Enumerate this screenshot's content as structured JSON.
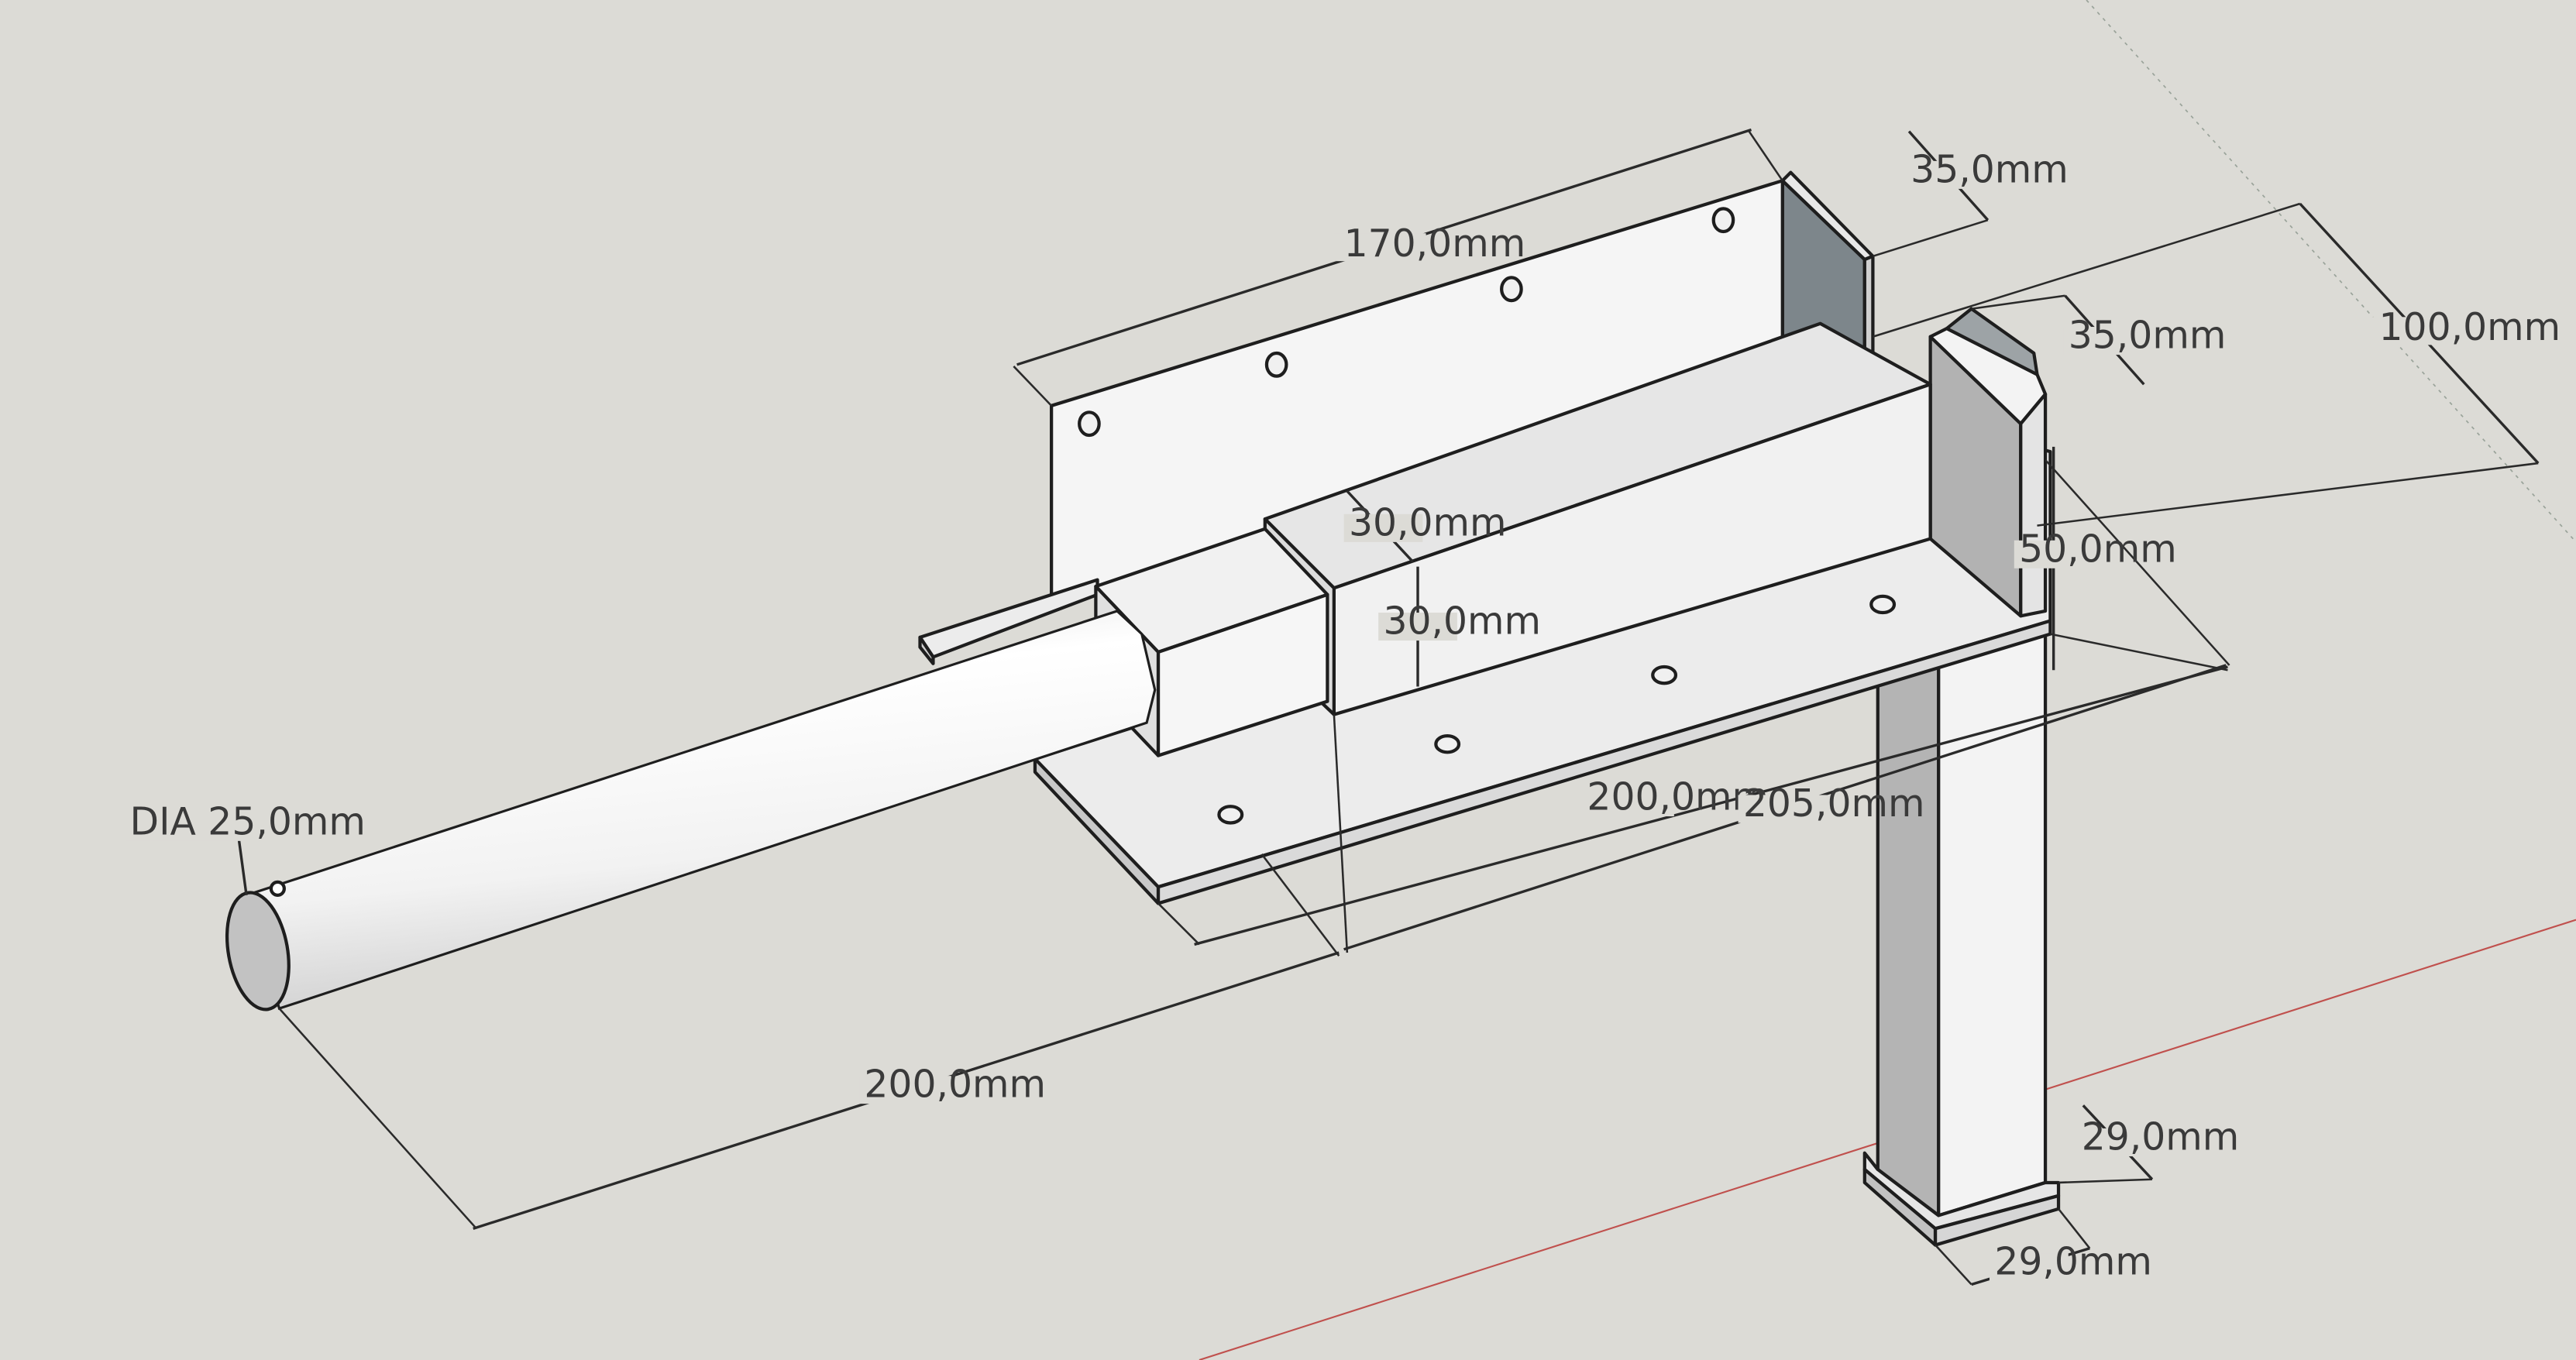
{
  "model": {
    "dimensions": {
      "plate_length": "170,0mm",
      "plate_height": "35,0mm",
      "slider_width_top": "35,0mm",
      "overall_depth": "100,0mm",
      "post_height_label": "50,0mm",
      "step_depth": "30,0mm",
      "block_height": "30,0mm",
      "base_length": "200,0mm",
      "base_length_overall": "205,0mm",
      "rod_length": "200,0mm",
      "rod_diameter": "DIA 25,0mm",
      "leg_width_side": "29,0mm",
      "leg_width_front": "29,0mm"
    },
    "colors": {
      "background": "#dcdbd6",
      "face_light": "#f4f4f4",
      "face_mid": "#e3e3e3",
      "face_shade": "#b4b4b4",
      "face_dark": "#7d868b",
      "axis_red": "#c0504d",
      "edge": "#1e1e1e"
    }
  }
}
